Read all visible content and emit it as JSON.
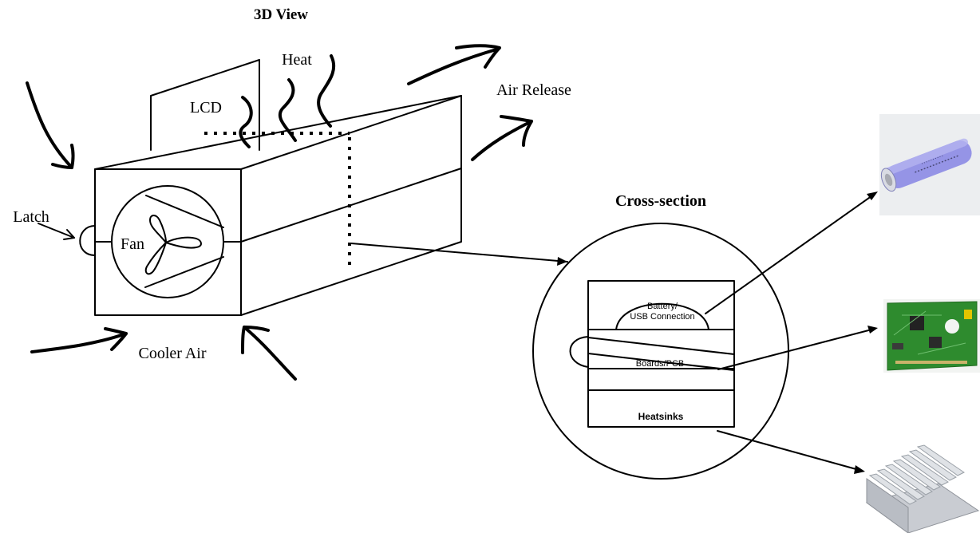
{
  "titles": {
    "view_3d": "3D View",
    "cross_section": "Cross-section"
  },
  "labels": {
    "heat": "Heat",
    "lcd": "LCD",
    "air_release": "Air Release",
    "latch": "Latch",
    "fan": "Fan",
    "cooler_air": "Cooler Air"
  },
  "cross_section": {
    "battery_line1": "Battery/",
    "battery_line2": "USB Connection",
    "boards": "Boards/PCB",
    "heatsinks": "Heatsinks"
  },
  "images": {
    "battery": "battery-cell-photo",
    "pcb": "circuit-board-photo",
    "heatsink": "aluminum-heatsink-photo"
  },
  "colors": {
    "ink": "#000000",
    "battery_body": "#8f8ee6",
    "pcb_green": "#2e8b2e",
    "heatsink_metal": "#c9ccd2"
  }
}
